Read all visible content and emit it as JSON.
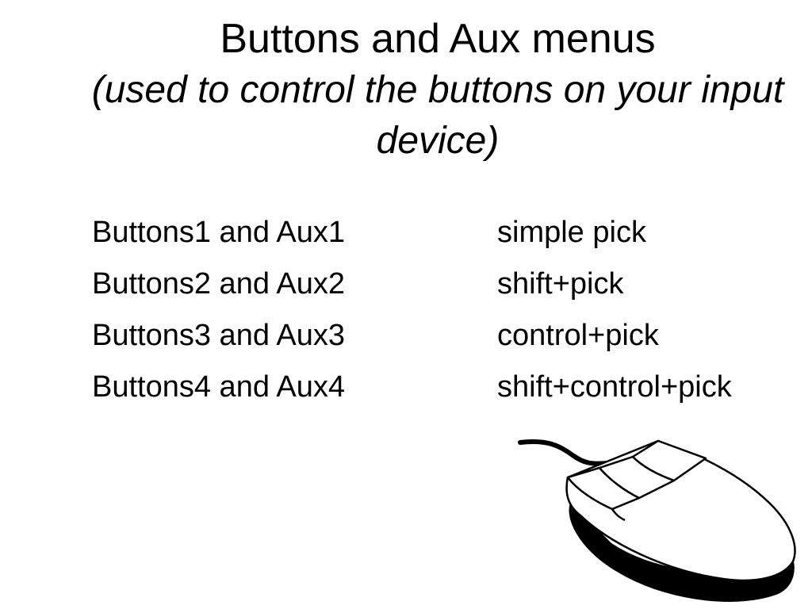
{
  "slide": {
    "title": "Buttons and Aux menus",
    "subtitle": "(used to control the buttons on your input device)"
  },
  "mappings": [
    {
      "button": "Buttons1 and Aux1",
      "action": "simple pick"
    },
    {
      "button": "Buttons2 and Aux2",
      "action": "shift+pick"
    },
    {
      "button": "Buttons3 and Aux3",
      "action": "control+pick"
    },
    {
      "button": "Buttons4 and Aux4",
      "action": "shift+control+pick"
    }
  ],
  "illustration": {
    "icon": "computer-mouse-icon",
    "fill": "#ffffff",
    "stroke": "#000000"
  }
}
